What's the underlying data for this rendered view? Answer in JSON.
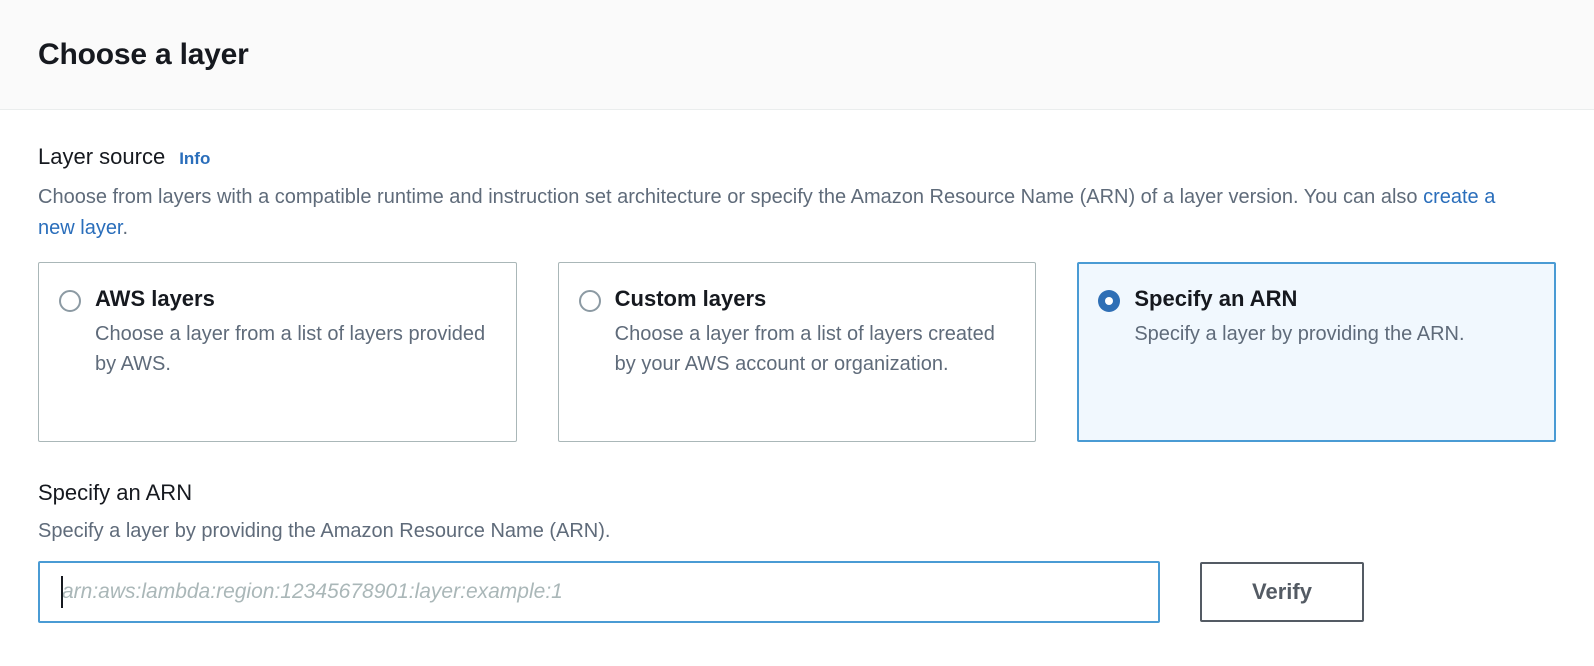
{
  "header": {
    "title": "Choose a layer"
  },
  "layer_source": {
    "label": "Layer source",
    "info_label": "Info",
    "description_before_link": "Choose from layers with a compatible runtime and instruction set architecture or specify the Amazon Resource Name (ARN) of a layer version. You can also ",
    "link_label": "create a new layer",
    "description_after_link": ".",
    "options": [
      {
        "title": "AWS layers",
        "description": "Choose a layer from a list of layers provided by AWS.",
        "selected": false
      },
      {
        "title": "Custom layers",
        "description": "Choose a layer from a list of layers created by your AWS account or organization.",
        "selected": false
      },
      {
        "title": "Specify an ARN",
        "description": "Specify a layer by providing the ARN.",
        "selected": true
      }
    ]
  },
  "arn_section": {
    "title": "Specify an ARN",
    "description": "Specify a layer by providing the Amazon Resource Name (ARN).",
    "input_value": "",
    "input_placeholder": "arn:aws:lambda:region:12345678901:layer:example:1",
    "verify_label": "Verify"
  },
  "colors": {
    "accent_blue": "#2a6ebb",
    "selected_tile_bg": "#f1f8fe",
    "selected_tile_border": "#4a9bd4",
    "radio_selected": "#2f6fb5",
    "radio_unselected_border": "#8c9aa3",
    "muted_text": "#5f6b7a",
    "header_bg": "#fafafa",
    "button_border": "#545b64"
  }
}
